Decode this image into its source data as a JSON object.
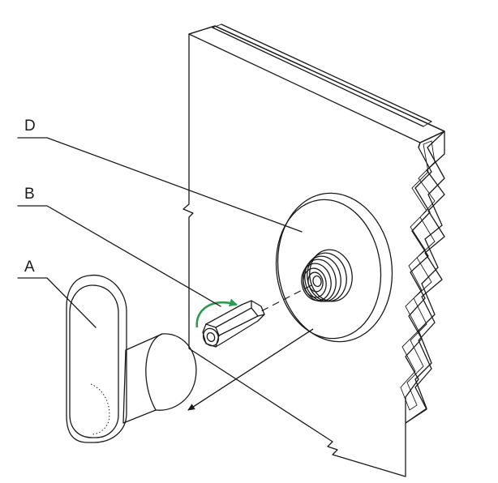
{
  "labels": {
    "a": "A",
    "b": "B",
    "d": "D"
  },
  "colors": {
    "line": "#1a1a1a",
    "rotation_arrow": "#2e9a52",
    "stipple": "#cfcfcf"
  },
  "icons": {
    "rotation": "curved-arrow-icon",
    "pull": "straight-arrow-icon"
  }
}
